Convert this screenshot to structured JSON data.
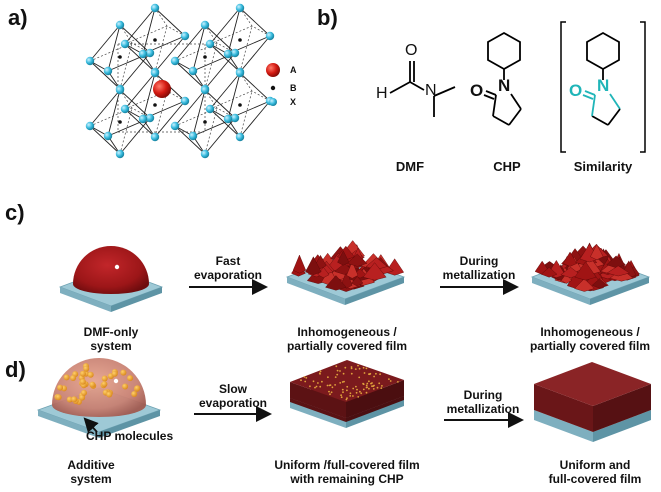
{
  "panels": {
    "a": "a)",
    "b": "b)",
    "c": "c)",
    "d": "d)"
  },
  "legend": {
    "a": "A",
    "b": "B",
    "x": "X"
  },
  "molecules": {
    "dmf": "DMF",
    "chp": "CHP",
    "similarity": "Similarity",
    "atom_h": "H",
    "atom_o": "O",
    "atom_n": "N"
  },
  "row_c": {
    "start_line1": "DMF-only",
    "start_line2": "system",
    "arrow1_line1": "Fast",
    "arrow1_line2": "evaporation",
    "mid_line1": "Inhomogeneous /",
    "mid_line2": "partially covered film",
    "arrow2_line1": "During",
    "arrow2_line2": "metallization",
    "end_line1": "Inhomogeneous /",
    "end_line2": "partially covered film"
  },
  "row_d": {
    "start_line1": "Additive",
    "start_line2": "system",
    "molecule_label": "CHP molecules",
    "arrow1_line1": "Slow",
    "arrow1_line2": "evaporation",
    "mid_line1": "Uniform /full-covered film",
    "mid_line2": "with remaining CHP",
    "arrow2_line1": "During",
    "arrow2_line2": "metallization",
    "end_line1": "Uniform and",
    "end_line2": "full-covered film"
  },
  "colors": {
    "cation": "#cc1111",
    "anion": "#2fb4d4",
    "film": "#8b1a1a",
    "substrate": "#9ec9d6",
    "highlight": "#1fb5b8",
    "crystal": "#a01414"
  }
}
